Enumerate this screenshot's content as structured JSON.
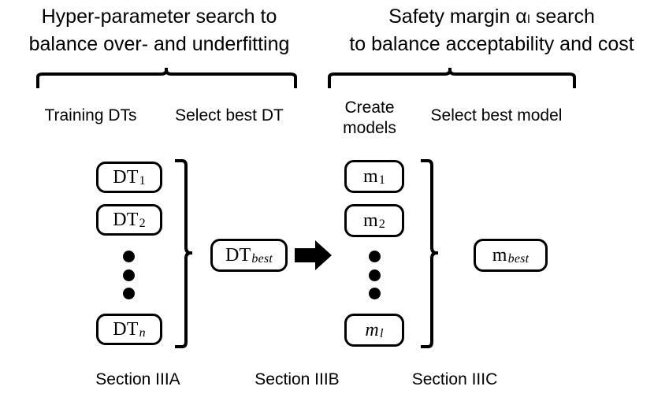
{
  "diagram": {
    "title_left": "Hyper-parameter search to\nbalance over- and underfitting",
    "title_right": "Safety margin αₗ search\nto balance acceptability and cost",
    "captions": {
      "training_dts": "Training DTs",
      "select_best_dt": "Select best DT",
      "create_models": "Create\nmodels",
      "select_best_model": "Select best model"
    },
    "nodes": {
      "dt1": {
        "base": "DT",
        "sub": "1"
      },
      "dt2": {
        "base": "DT",
        "sub": "2"
      },
      "dtn": {
        "base": "DT",
        "sub": "n"
      },
      "dt_best": {
        "base": "DT",
        "sub": "best"
      },
      "m1": {
        "base": "m",
        "sub": "1"
      },
      "m2": {
        "base": "m",
        "sub": "2"
      },
      "ml": {
        "base": "m",
        "sub": "l"
      },
      "m_best": {
        "base": "m",
        "sub": "best"
      }
    },
    "ellipsis_symbol": "⋮",
    "arrow_symbol": "➡",
    "sections": {
      "a": "Section IIIA",
      "b": "Section IIIB",
      "c": "Section IIIC"
    },
    "colors": {
      "ink": "#000000",
      "paper": "#ffffff"
    }
  }
}
